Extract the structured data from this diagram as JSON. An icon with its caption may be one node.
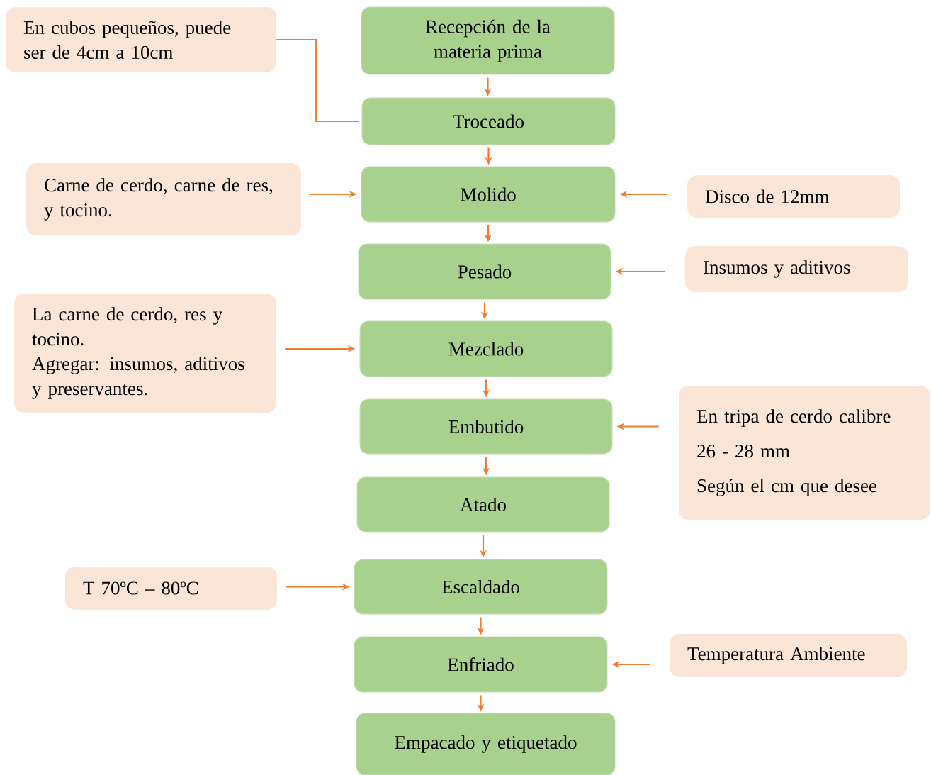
{
  "diagram": {
    "nodes": [
      {
        "text": [
          "En cubos pequeños, puede ser de 4cm a 10cm"
        ]
      },
      {
        "text": [
          "Recepción de la materia prima"
        ]
      },
      {
        "text": [
          "Troceado"
        ]
      },
      {
        "text": [
          "Carne de cerdo, carne de res, y tocino."
        ]
      },
      {
        "text": [
          "Molido"
        ]
      },
      {
        "text": [
          "Disco de 12mm"
        ]
      },
      {
        "text": [
          "Pesado"
        ]
      },
      {
        "text": [
          "Insumos y aditivos"
        ]
      },
      {
        "text": [
          "La carne de cerdo, res y tocino.",
          "Agregar:  insumos, aditivos y preservantes."
        ]
      },
      {
        "text": [
          "Mezclado"
        ]
      },
      {
        "text": [
          "Embutido"
        ]
      },
      {
        "text": [
          "En tripa de cerdo calibre",
          "26 - 28 mm",
          "Según el cm que desee"
        ]
      },
      {
        "text": [
          "Atado"
        ]
      },
      {
        "text": [
          "T 70ºC – 80ºC"
        ]
      },
      {
        "text": [
          "Escaldado"
        ]
      },
      {
        "text": [
          "Enfriado"
        ]
      },
      {
        "text": [
          "Temperatura Ambiente"
        ]
      },
      {
        "text": [
          "Empacado y etiquetado"
        ]
      }
    ],
    "edges": [
      {
        "from": 1,
        "to": 2,
        "arrow": "to"
      },
      {
        "from": 0,
        "to": 2,
        "arrow": "none"
      },
      {
        "from": 2,
        "to": 4,
        "arrow": "to"
      },
      {
        "from": 3,
        "to": 4,
        "arrow": "to"
      },
      {
        "from": 5,
        "to": 4,
        "arrow": "to"
      },
      {
        "from": 4,
        "to": 6,
        "arrow": "to"
      },
      {
        "from": 7,
        "to": 6,
        "arrow": "to"
      },
      {
        "from": 6,
        "to": 9,
        "arrow": "to"
      },
      {
        "from": 8,
        "to": 9,
        "arrow": "to"
      },
      {
        "from": 9,
        "to": 10,
        "arrow": "to"
      },
      {
        "from": 11,
        "to": 10,
        "arrow": "to"
      },
      {
        "from": 10,
        "to": 12,
        "arrow": "to"
      },
      {
        "from": 12,
        "to": 14,
        "arrow": "to"
      },
      {
        "from": 13,
        "to": 14,
        "arrow": "to"
      },
      {
        "from": 14,
        "to": 15,
        "arrow": "to"
      },
      {
        "from": 16,
        "to": 15,
        "arrow": "to"
      },
      {
        "from": 15,
        "to": 17,
        "arrow": "to"
      }
    ]
  }
}
